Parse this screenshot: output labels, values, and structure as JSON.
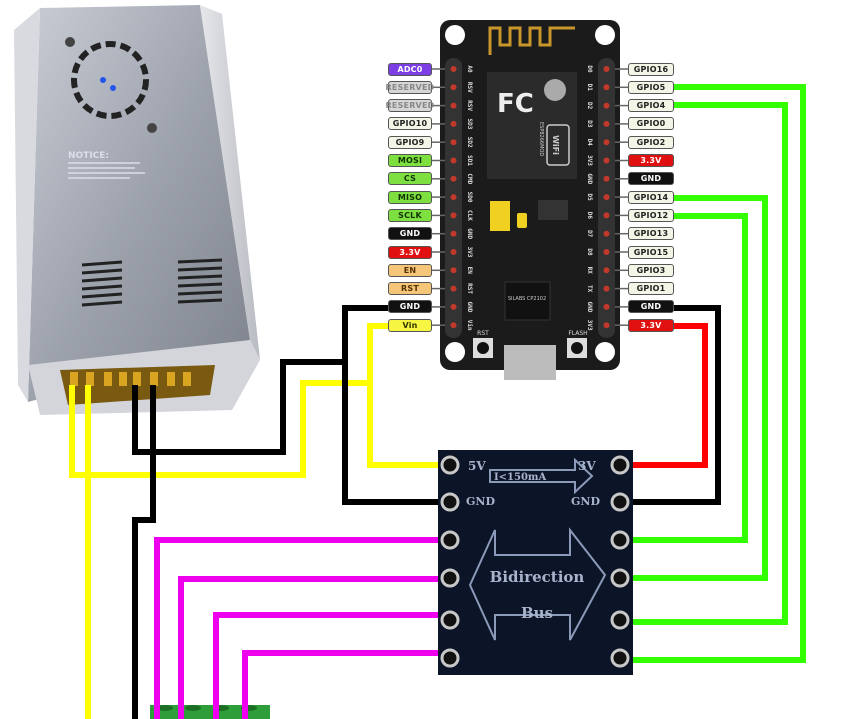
{
  "power_supply": {
    "notice_title": "NOTICE:"
  },
  "nodemcu": {
    "left_pins": [
      {
        "label": "ADC0",
        "silk": "A0",
        "bg": "#7b3fe4",
        "fg": "#ffffff"
      },
      {
        "label": "RESERVED",
        "silk": "RSV",
        "bg": "#d6d6d6",
        "fg": "#888888"
      },
      {
        "label": "RESERVED",
        "silk": "RSV",
        "bg": "#d6d6d6",
        "fg": "#888888"
      },
      {
        "label": "GPIO10",
        "silk": "SD3",
        "bg": "#f3f5e6",
        "fg": "#222222"
      },
      {
        "label": "GPIO9",
        "silk": "SD2",
        "bg": "#f3f5e6",
        "fg": "#222222"
      },
      {
        "label": "MOSI",
        "silk": "SD1",
        "bg": "#7ee040",
        "fg": "#113300"
      },
      {
        "label": "CS",
        "silk": "CMD",
        "bg": "#7ee040",
        "fg": "#113300"
      },
      {
        "label": "MISO",
        "silk": "SD0",
        "bg": "#7ee040",
        "fg": "#113300"
      },
      {
        "label": "SCLK",
        "silk": "CLK",
        "bg": "#7ee040",
        "fg": "#113300"
      },
      {
        "label": "GND",
        "silk": "GND",
        "bg": "#111111",
        "fg": "#ffffff"
      },
      {
        "label": "3.3V",
        "silk": "3V3",
        "bg": "#e01010",
        "fg": "#ffffff"
      },
      {
        "label": "EN",
        "silk": "EN",
        "bg": "#f5c57a",
        "fg": "#553300"
      },
      {
        "label": "RST",
        "silk": "RST",
        "bg": "#f5c57a",
        "fg": "#553300"
      },
      {
        "label": "GND",
        "silk": "GND",
        "bg": "#111111",
        "fg": "#ffffff"
      },
      {
        "label": "Vin",
        "silk": "Vin",
        "bg": "#f5f542",
        "fg": "#333300"
      }
    ],
    "right_pins": [
      {
        "label": "GPIO16",
        "silk": "D0",
        "bg": "#f3f5e6",
        "fg": "#222222"
      },
      {
        "label": "GPIO5",
        "silk": "D1",
        "bg": "#f3f5e6",
        "fg": "#222222"
      },
      {
        "label": "GPIO4",
        "silk": "D2",
        "bg": "#f3f5e6",
        "fg": "#222222"
      },
      {
        "label": "GPIO0",
        "silk": "D3",
        "bg": "#f3f5e6",
        "fg": "#222222"
      },
      {
        "label": "GPIO2",
        "silk": "D4",
        "bg": "#f3f5e6",
        "fg": "#222222"
      },
      {
        "label": "3.3V",
        "silk": "3V3",
        "bg": "#e01010",
        "fg": "#ffffff"
      },
      {
        "label": "GND",
        "silk": "GND",
        "bg": "#111111",
        "fg": "#ffffff"
      },
      {
        "label": "GPIO14",
        "silk": "D5",
        "bg": "#f3f5e6",
        "fg": "#222222"
      },
      {
        "label": "GPIO12",
        "silk": "D6",
        "bg": "#f3f5e6",
        "fg": "#222222"
      },
      {
        "label": "GPIO13",
        "silk": "D7",
        "bg": "#f3f5e6",
        "fg": "#222222"
      },
      {
        "label": "GPIO15",
        "silk": "D8",
        "bg": "#f3f5e6",
        "fg": "#222222"
      },
      {
        "label": "GPIO3",
        "silk": "RX",
        "bg": "#f3f5e6",
        "fg": "#222222"
      },
      {
        "label": "GPIO1",
        "silk": "TX",
        "bg": "#f3f5e6",
        "fg": "#222222"
      },
      {
        "label": "GND",
        "silk": "GND",
        "bg": "#111111",
        "fg": "#ffffff"
      },
      {
        "label": "3.3V",
        "silk": "3V3",
        "bg": "#e01010",
        "fg": "#ffffff"
      }
    ],
    "module_logo": "FC",
    "module_name": "ESP8266MOD",
    "wifi_logo": "WiFi",
    "usb_chip": "SILABS CP2102",
    "rst_button": "RST",
    "flash_button": "FLASH"
  },
  "level_shifter": {
    "hv_label": "5V",
    "lv_label": "3V",
    "current_label": "I<150mA",
    "gnd_left": "GND",
    "gnd_right": "GND",
    "title_line1": "Bidirection",
    "title_line2": "Bus"
  },
  "colors": {
    "power_5v": "#ffff00",
    "ground": "#000000",
    "power_3v3": "#ff0000",
    "signal_lv": "#33ff00",
    "signal_hv": "#ee00ee"
  }
}
